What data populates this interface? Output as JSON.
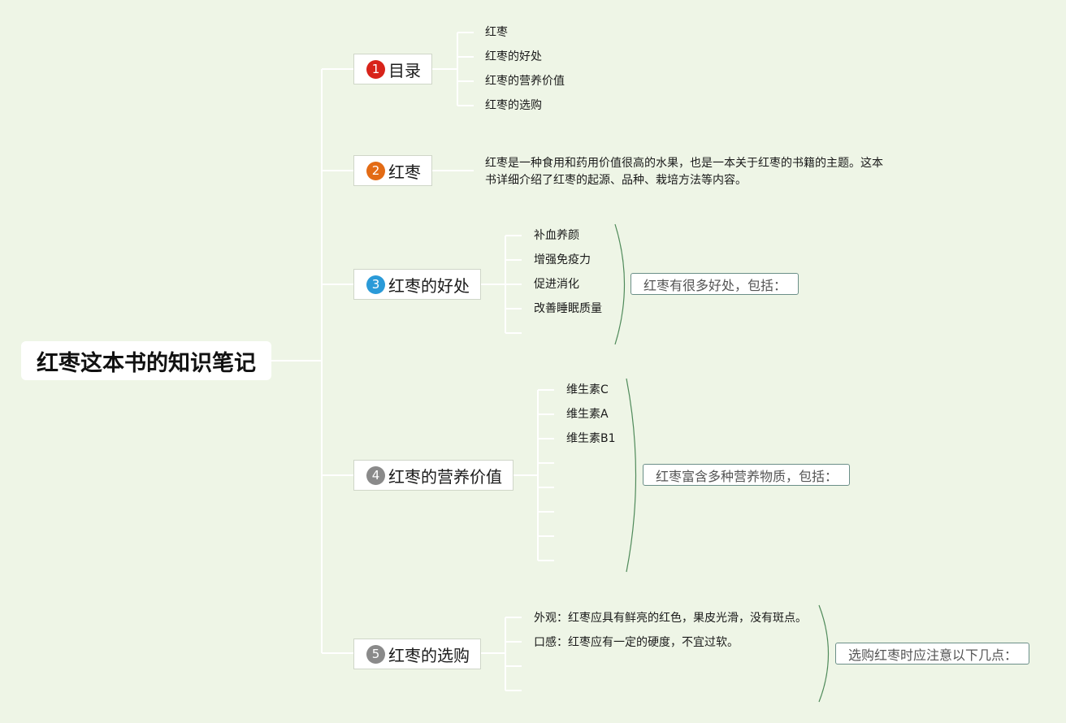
{
  "root": {
    "title": "红枣这本书的知识笔记"
  },
  "topics": [
    {
      "num": "1",
      "label": "目录",
      "color": "#d8231a"
    },
    {
      "num": "2",
      "label": "红枣",
      "color": "#e36b15"
    },
    {
      "num": "3",
      "label": "红枣的好处",
      "color": "#2a9ad8"
    },
    {
      "num": "4",
      "label": "红枣的营养价值",
      "color": "#8a8a8a"
    },
    {
      "num": "5",
      "label": "红枣的选购",
      "color": "#8a8a8a"
    }
  ],
  "toc": [
    "红枣",
    "红枣的好处",
    "红枣的营养价值",
    "红枣的选购"
  ],
  "jujube": {
    "description": "红枣是一种食用和药用价值很高的水果，也是一本关于红枣的书籍的主题。这本书详细介绍了红枣的起源、品种、栽培方法等内容。"
  },
  "benefits": {
    "items": [
      "补血养颜",
      "增强免疫力",
      "促进消化",
      "改善睡眠质量"
    ],
    "summary": "红枣有很多好处，包括："
  },
  "nutrition": {
    "items": [
      "维生素C",
      "维生素A",
      "维生素B1"
    ],
    "summary": "红枣富含多种营养物质，包括："
  },
  "selection": {
    "items": [
      "外观：红枣应具有鲜亮的红色，果皮光滑，没有斑点。",
      "口感：红枣应有一定的硬度，不宜过软。"
    ],
    "summary": "选购红枣时应注意以下几点："
  },
  "colors": {
    "background": "#eef5e6",
    "connector": "#ffffff",
    "bracket": "#4f8a5a"
  }
}
